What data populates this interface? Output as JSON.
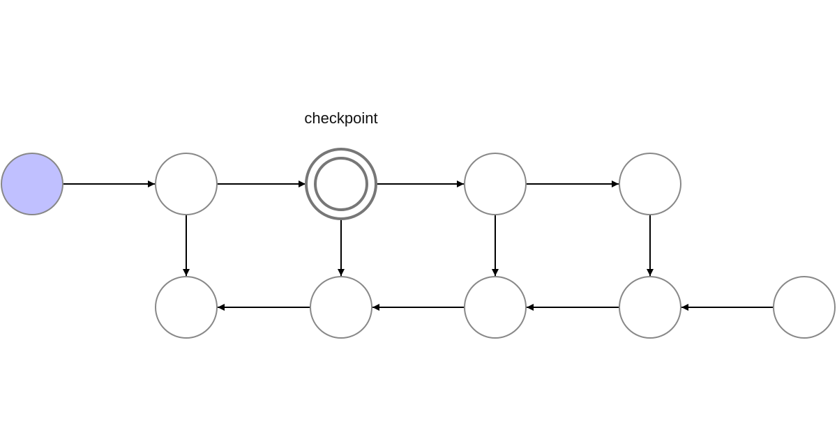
{
  "diagram": {
    "annotation": "checkpoint",
    "colors": {
      "start_fill": "#c0c0ff",
      "node_fill": "#ffffff",
      "node_stroke": "#888888",
      "checkpoint_stroke": "#777777",
      "edge": "#000000"
    },
    "nodes": [
      {
        "id": "n1",
        "kind": "start"
      },
      {
        "id": "n2",
        "kind": "normal"
      },
      {
        "id": "n3",
        "kind": "checkpoint"
      },
      {
        "id": "n4",
        "kind": "normal"
      },
      {
        "id": "n5",
        "kind": "normal"
      },
      {
        "id": "n6",
        "kind": "normal"
      },
      {
        "id": "n7",
        "kind": "normal"
      },
      {
        "id": "n8",
        "kind": "normal"
      },
      {
        "id": "n9",
        "kind": "normal"
      },
      {
        "id": "n10",
        "kind": "normal"
      }
    ],
    "edges": [
      {
        "from": "n1",
        "to": "n2"
      },
      {
        "from": "n2",
        "to": "n3"
      },
      {
        "from": "n3",
        "to": "n4"
      },
      {
        "from": "n4",
        "to": "n5"
      },
      {
        "from": "n2",
        "to": "n6"
      },
      {
        "from": "n3",
        "to": "n7"
      },
      {
        "from": "n4",
        "to": "n8"
      },
      {
        "from": "n5",
        "to": "n9"
      },
      {
        "from": "n10",
        "to": "n9"
      },
      {
        "from": "n9",
        "to": "n8"
      },
      {
        "from": "n8",
        "to": "n7"
      },
      {
        "from": "n7",
        "to": "n6"
      }
    ]
  }
}
